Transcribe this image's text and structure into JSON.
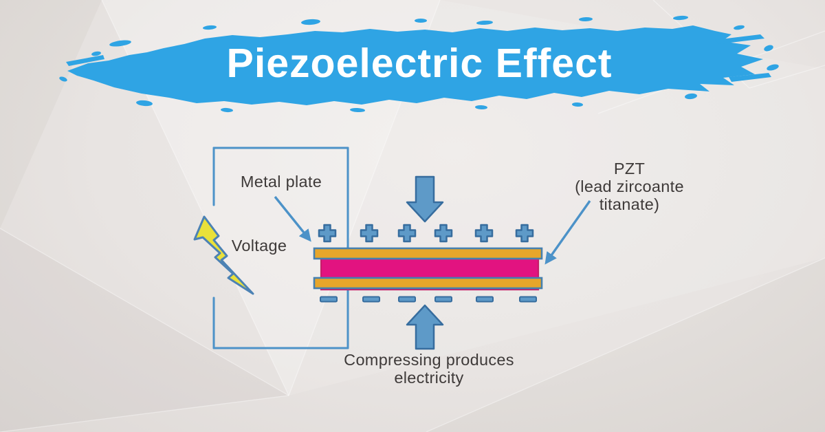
{
  "banner": {
    "title": "Piezoelectric Effect"
  },
  "diagram": {
    "metal_plate_label": "Metal plate",
    "voltage_label": "Voltage",
    "pzt_label_lines": [
      "PZT",
      "(lead zircoante",
      "titanate)"
    ],
    "compression_label_lines": [
      "Compressing produces",
      "electricity"
    ],
    "positive_charge_count": 6,
    "negative_charge_count": 6,
    "icons": {
      "voltage_source": "lightning-bolt-icon",
      "top_force": "compression-arrow-down-icon",
      "bottom_force": "compression-arrow-up-icon",
      "positive_charge": "plus-icon",
      "negative_charge": "minus-icon"
    }
  },
  "colors": {
    "banner_blue": "#2FA4E4",
    "title_text": "#FFFFFF",
    "circuit_line": "#4C92C8",
    "charge_fill": "#5E9AC8",
    "charge_border": "#376D9E",
    "bolt_yellow": "#E9E13A",
    "electrode_gold": "#E7A62B",
    "electrode_border": "#4680AF",
    "pzt_pink": "#E21380",
    "pzt_pink_edge": "#C51E69",
    "label_text": "#3E3A39",
    "background": "#E8E4E2"
  }
}
